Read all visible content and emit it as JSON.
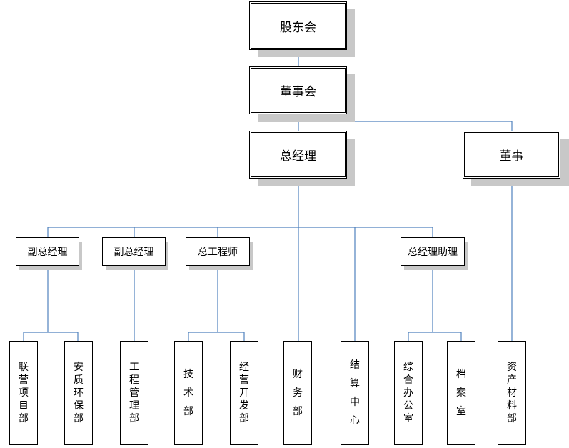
{
  "org": {
    "shareholders": "股东会",
    "board": "董事会",
    "general_manager": "总经理",
    "director": "董事",
    "vgm1": "副总经理",
    "vgm2": "副总经理",
    "chief_engineer": "总工程师",
    "gm_assistant": "总经理助理",
    "depts": {
      "joint_project": "联营项目部",
      "safety_env": "安质环保部",
      "engineering": "工程管理部",
      "technology": "技术部",
      "business_dev": "经营开发部",
      "finance": "财务部",
      "settlement": "结算中心",
      "general_office": "综合办公室",
      "archives": "档案室",
      "assets_materials": "资产材料部"
    }
  },
  "colors": {
    "connector": "#4f81bd",
    "shadow": "#c8c8c8",
    "border": "#000000"
  }
}
